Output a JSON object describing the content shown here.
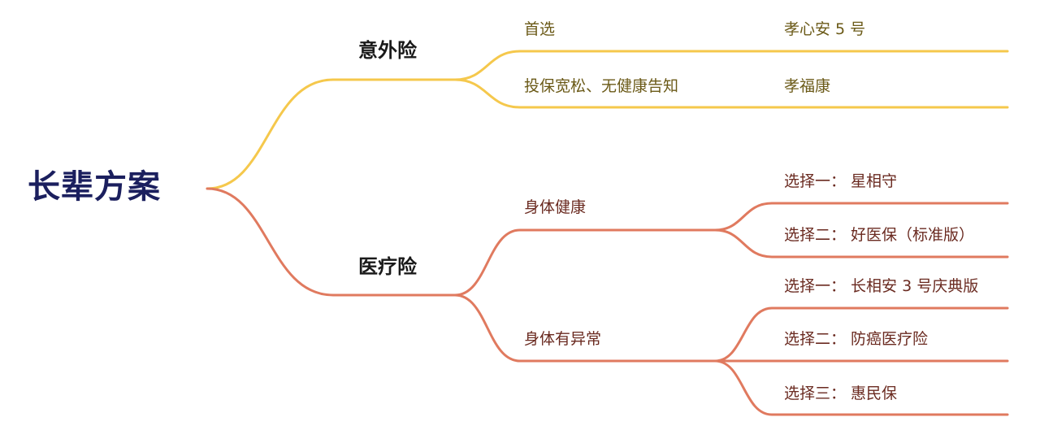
{
  "root": {
    "label": "长辈方案"
  },
  "branches": [
    {
      "label": "意外险",
      "color": "#f5c84c",
      "children": [
        {
          "label": "首选",
          "leaf": "孝心安 5 号"
        },
        {
          "label": "投保宽松、无健康告知",
          "leaf": "孝福康"
        }
      ]
    },
    {
      "label": "医疗险",
      "color": "#e07a5f",
      "children": [
        {
          "label": "身体健康",
          "leaves": [
            "选择一： 星相守",
            "选择二： 好医保（标准版）"
          ]
        },
        {
          "label": "身体有异常",
          "leaves": [
            "选择一： 长相安 3 号庆典版",
            "选择二： 防癌医疗险",
            "选择三： 惠民保"
          ]
        }
      ]
    }
  ]
}
